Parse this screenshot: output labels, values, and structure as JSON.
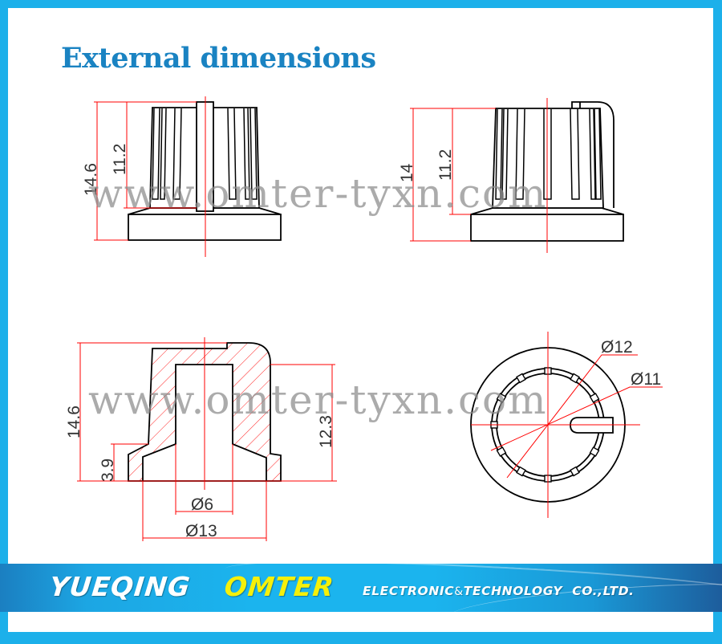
{
  "header": {
    "title": "External dimensions"
  },
  "watermark": {
    "text": "www.omter-tyxn.com"
  },
  "views": {
    "front_view": {
      "dimensions": {
        "overall_height": "14.6",
        "body_height": "11.2"
      }
    },
    "side_view": {
      "dimensions": {
        "overall_height": "14",
        "body_height": "11.2"
      }
    },
    "cross_section": {
      "dimensions": {
        "overall_height": "14.6",
        "skirt_height": "3.9",
        "bore_depth": "12.3",
        "bore_diameter": "Ø6",
        "skirt_diameter": "Ø13"
      }
    },
    "top_view": {
      "dimensions": {
        "outer_diameter": "Ø12",
        "inner_diameter": "Ø11"
      }
    }
  },
  "banner": {
    "brand_primary": "YUEQING",
    "brand_secondary": "OMTER",
    "company_part1": "ELECTRONIC",
    "company_amp": "&",
    "company_part2": "TECHNOLOGY  CO.,LTD."
  },
  "colors": {
    "frame": "#1cb0ea",
    "title": "#1a83c2",
    "dimension_lines": "#ff0000",
    "outline": "#000000",
    "brand_secondary": "#f5f00a"
  }
}
